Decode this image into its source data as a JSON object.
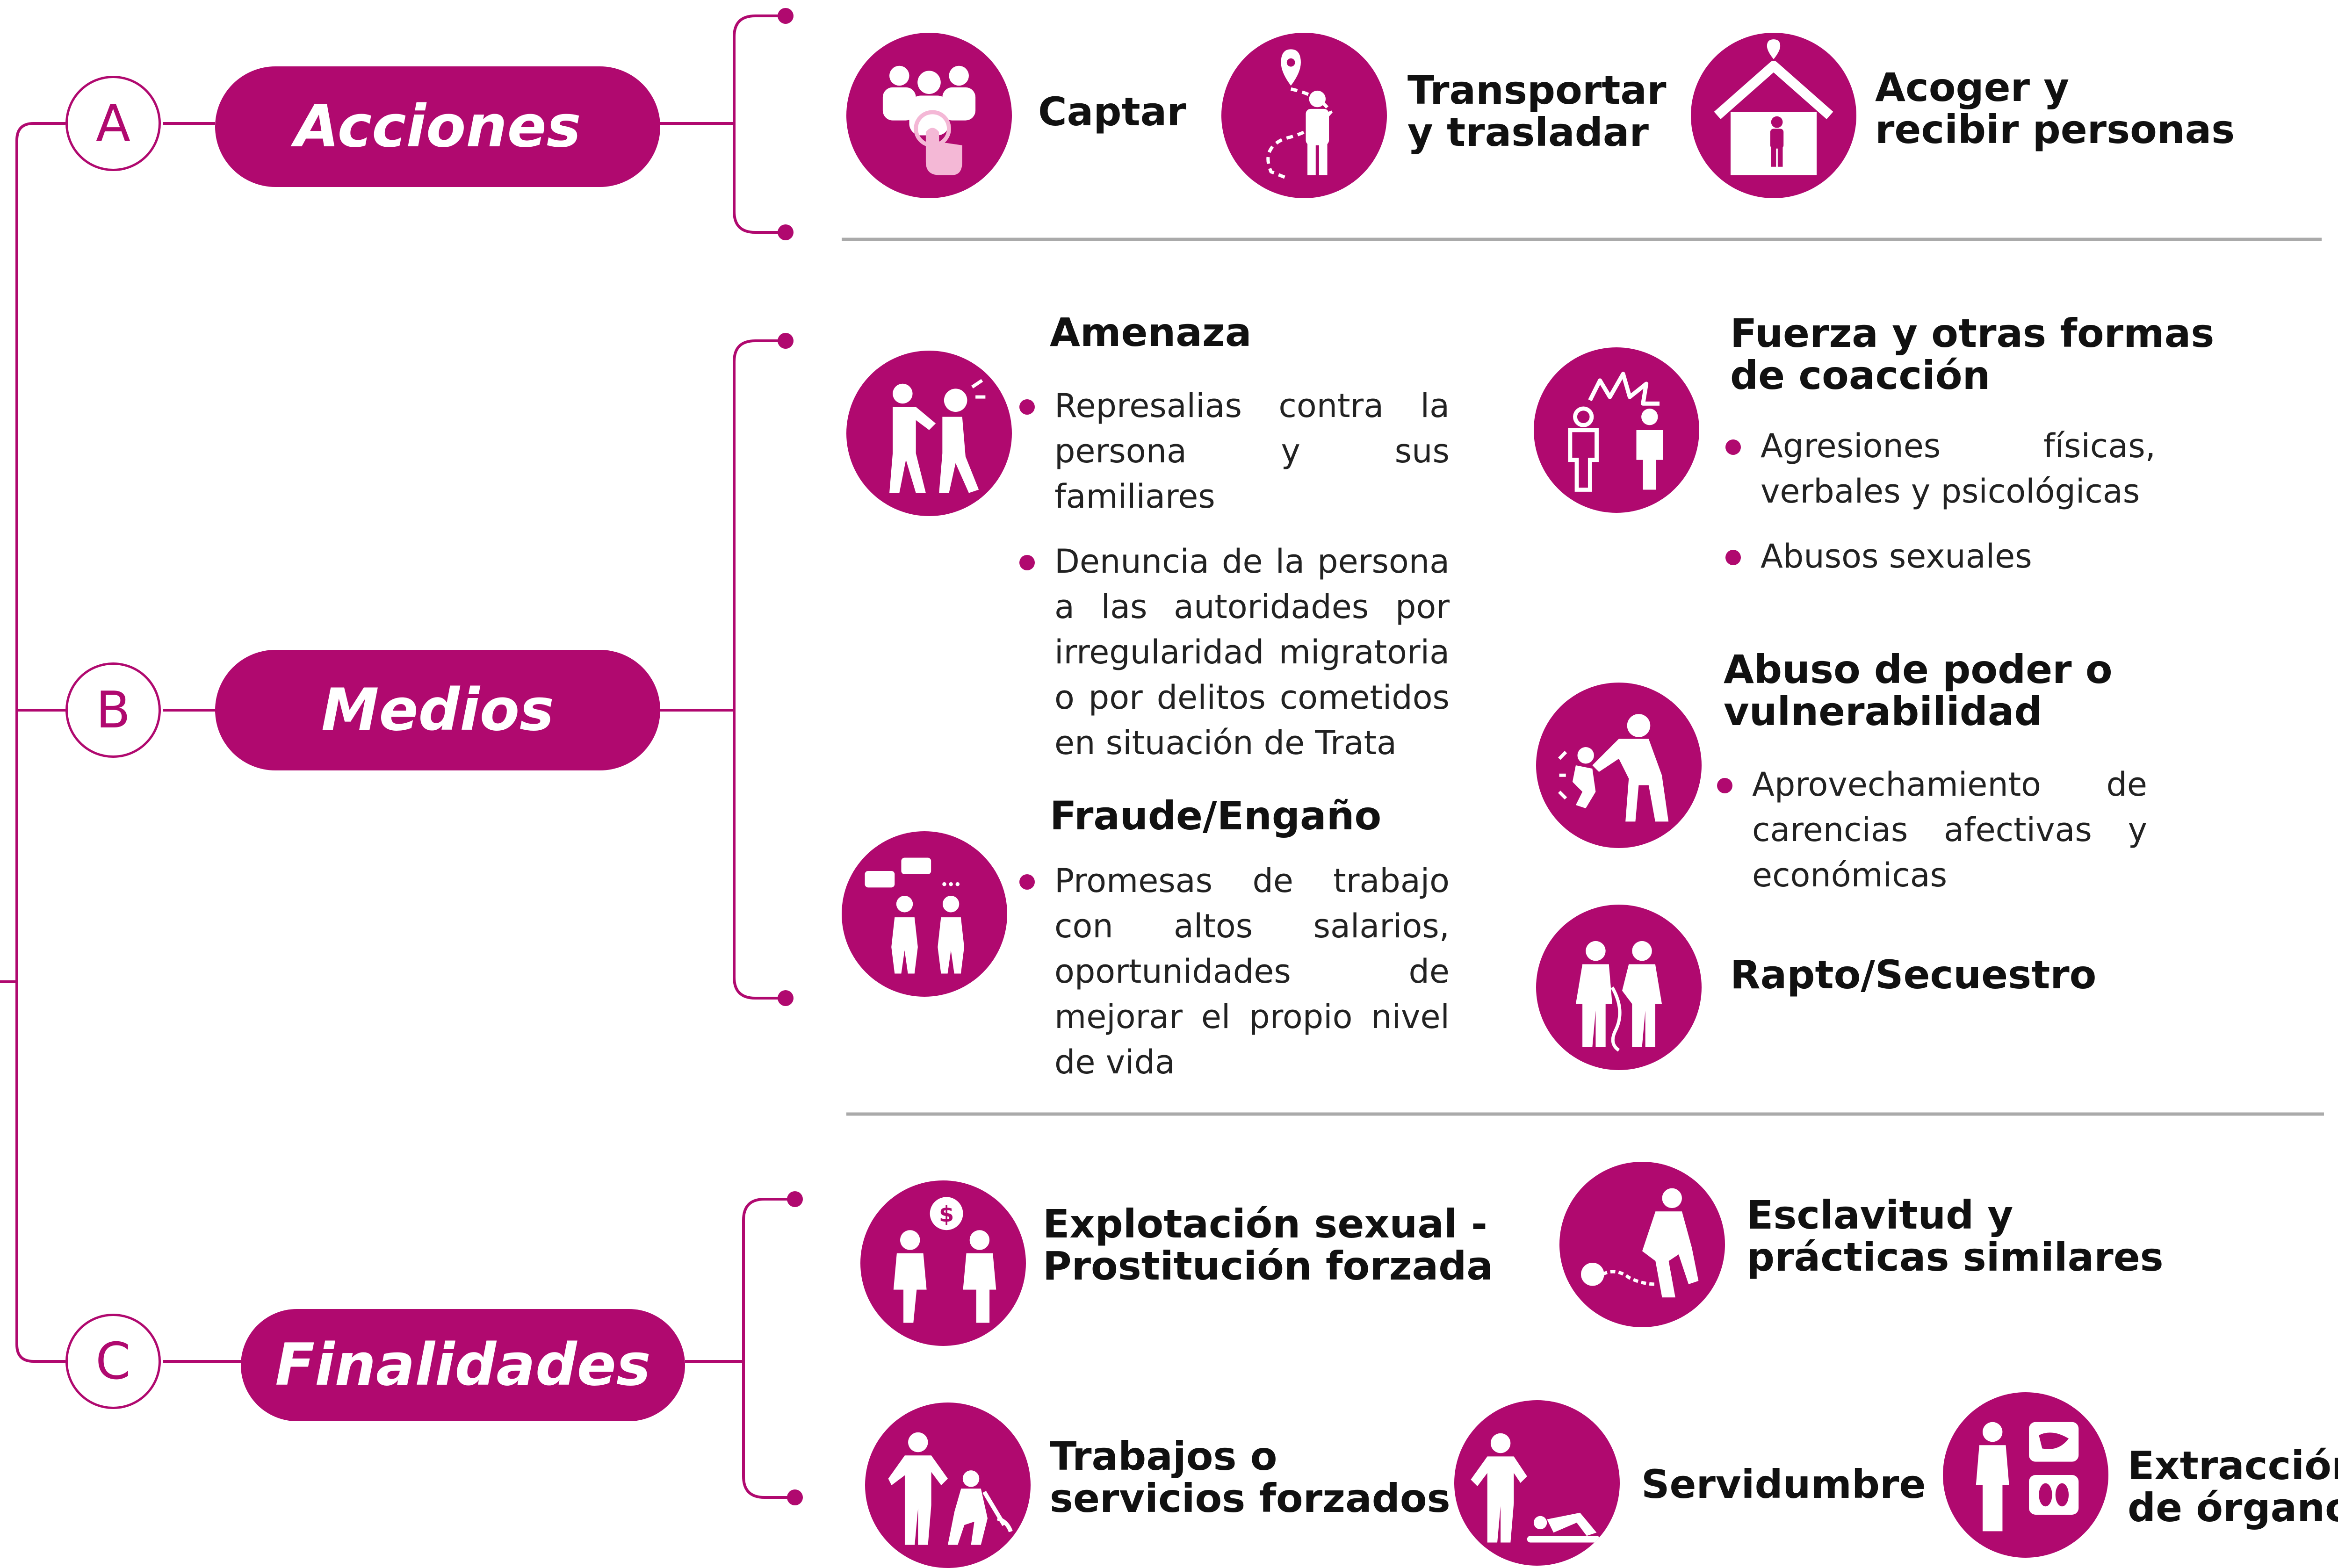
{
  "colors": {
    "accent": "#b0096f",
    "divider": "#aaaaaa",
    "text": "#111111"
  },
  "sections": {
    "a": {
      "letter": "A",
      "title": "Acciones"
    },
    "b": {
      "letter": "B",
      "title": "Medios"
    },
    "c": {
      "letter": "C",
      "title": "Finalidades"
    }
  },
  "acciones": {
    "captar": {
      "icon": "group-touch-icon",
      "label": "Captar"
    },
    "transportar": {
      "icon": "route-person-icon",
      "line1": "Transportar",
      "line2": "y trasladar"
    },
    "acoger": {
      "icon": "house-person-icon",
      "line1": "Acoger y",
      "line2": "recibir personas"
    }
  },
  "medios": {
    "amenaza": {
      "icon": "threat-icon",
      "heading": "Amenaza",
      "bullets": [
        "Represalias contra la persona y sus familiares",
        "Denuncia de la persona a las autoridades por irregularidad migratoria o por delitos cometidos en situación de Trata"
      ]
    },
    "fraude": {
      "icon": "deception-icon",
      "heading": "Fraude/Engaño",
      "bullets": [
        "Promesas de trabajo con altos salarios, oportunidades de mejorar el propio nivel de vida"
      ]
    },
    "fuerza": {
      "icon": "force-icon",
      "heading_line1": "Fuerza y otras formas",
      "heading_line2": "de coacción",
      "bullets": [
        "Agresiones físicas, verbales y psicológicas",
        "Abusos sexuales"
      ]
    },
    "abuso": {
      "icon": "abuse-power-icon",
      "heading_line1": "Abuso de poder o",
      "heading_line2": "vulnerabilidad",
      "bullets": [
        "Aprovechamiento de carencias afectivas y económicas"
      ]
    },
    "rapto": {
      "icon": "kidnap-icon",
      "label": "Rapto/Secuestro"
    }
  },
  "finalidades": {
    "explotacion": {
      "icon": "money-people-icon",
      "line1": "Explotación sexual -",
      "line2": "Prostitución forzada"
    },
    "esclavitud": {
      "icon": "ball-chain-icon",
      "line1": "Esclavitud y",
      "line2": "prácticas similares"
    },
    "trabajos": {
      "icon": "forced-labor-icon",
      "line1": "Trabajos o",
      "line2": "servicios forzados"
    },
    "servidumbre": {
      "icon": "servitude-icon",
      "label": "Servidumbre"
    },
    "extraccion": {
      "icon": "organs-icon",
      "line1": "Extracción",
      "line2": "de órganos"
    }
  }
}
